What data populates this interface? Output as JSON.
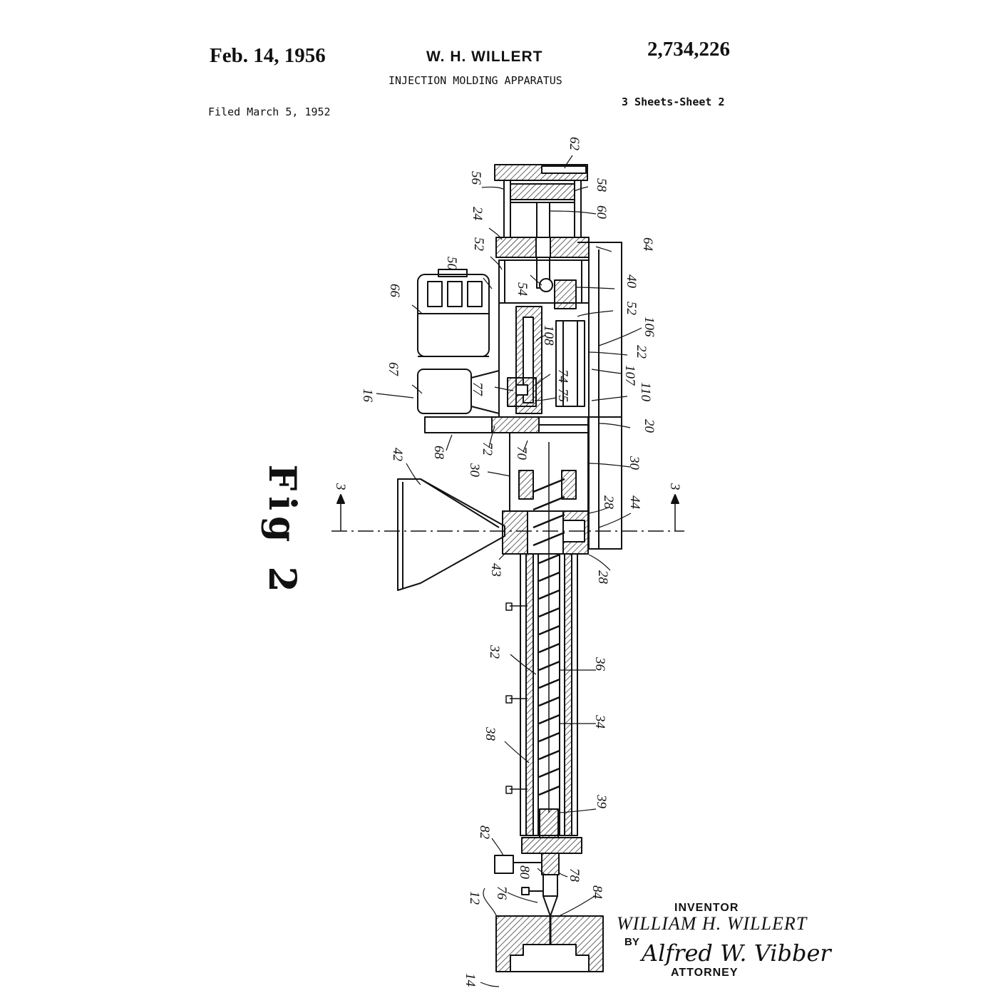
{
  "header": {
    "date": "Feb. 14, 1956",
    "inventor_name": "W. H. WILLERT",
    "patent_number": "2,734,226",
    "title": "INJECTION MOLDING APPARATUS",
    "filed": "Filed March 5, 1952",
    "sheets": "3 Sheets-Sheet 2"
  },
  "figure_label": "Fig 2",
  "section_marks": [
    "3",
    "3"
  ],
  "reference_numerals": [
    "62",
    "56",
    "58",
    "24",
    "60",
    "52",
    "64",
    "50",
    "54",
    "40",
    "66",
    "52",
    "106",
    "108",
    "22",
    "107",
    "67",
    "77",
    "74",
    "110",
    "16",
    "75",
    "20",
    "68",
    "72",
    "70",
    "42",
    "30",
    "30",
    "3",
    "3",
    "28",
    "44",
    "43",
    "28",
    "32",
    "36",
    "34",
    "38",
    "39",
    "82",
    "80",
    "78",
    "12",
    "76",
    "84",
    "14"
  ],
  "signature": {
    "inventor_label": "INVENTOR",
    "inventor_name": "WILLIAM H. WILLERT",
    "by_label": "BY",
    "attorney_signature": "Alfred W. Vibber",
    "attorney_label": "ATTORNEY"
  }
}
